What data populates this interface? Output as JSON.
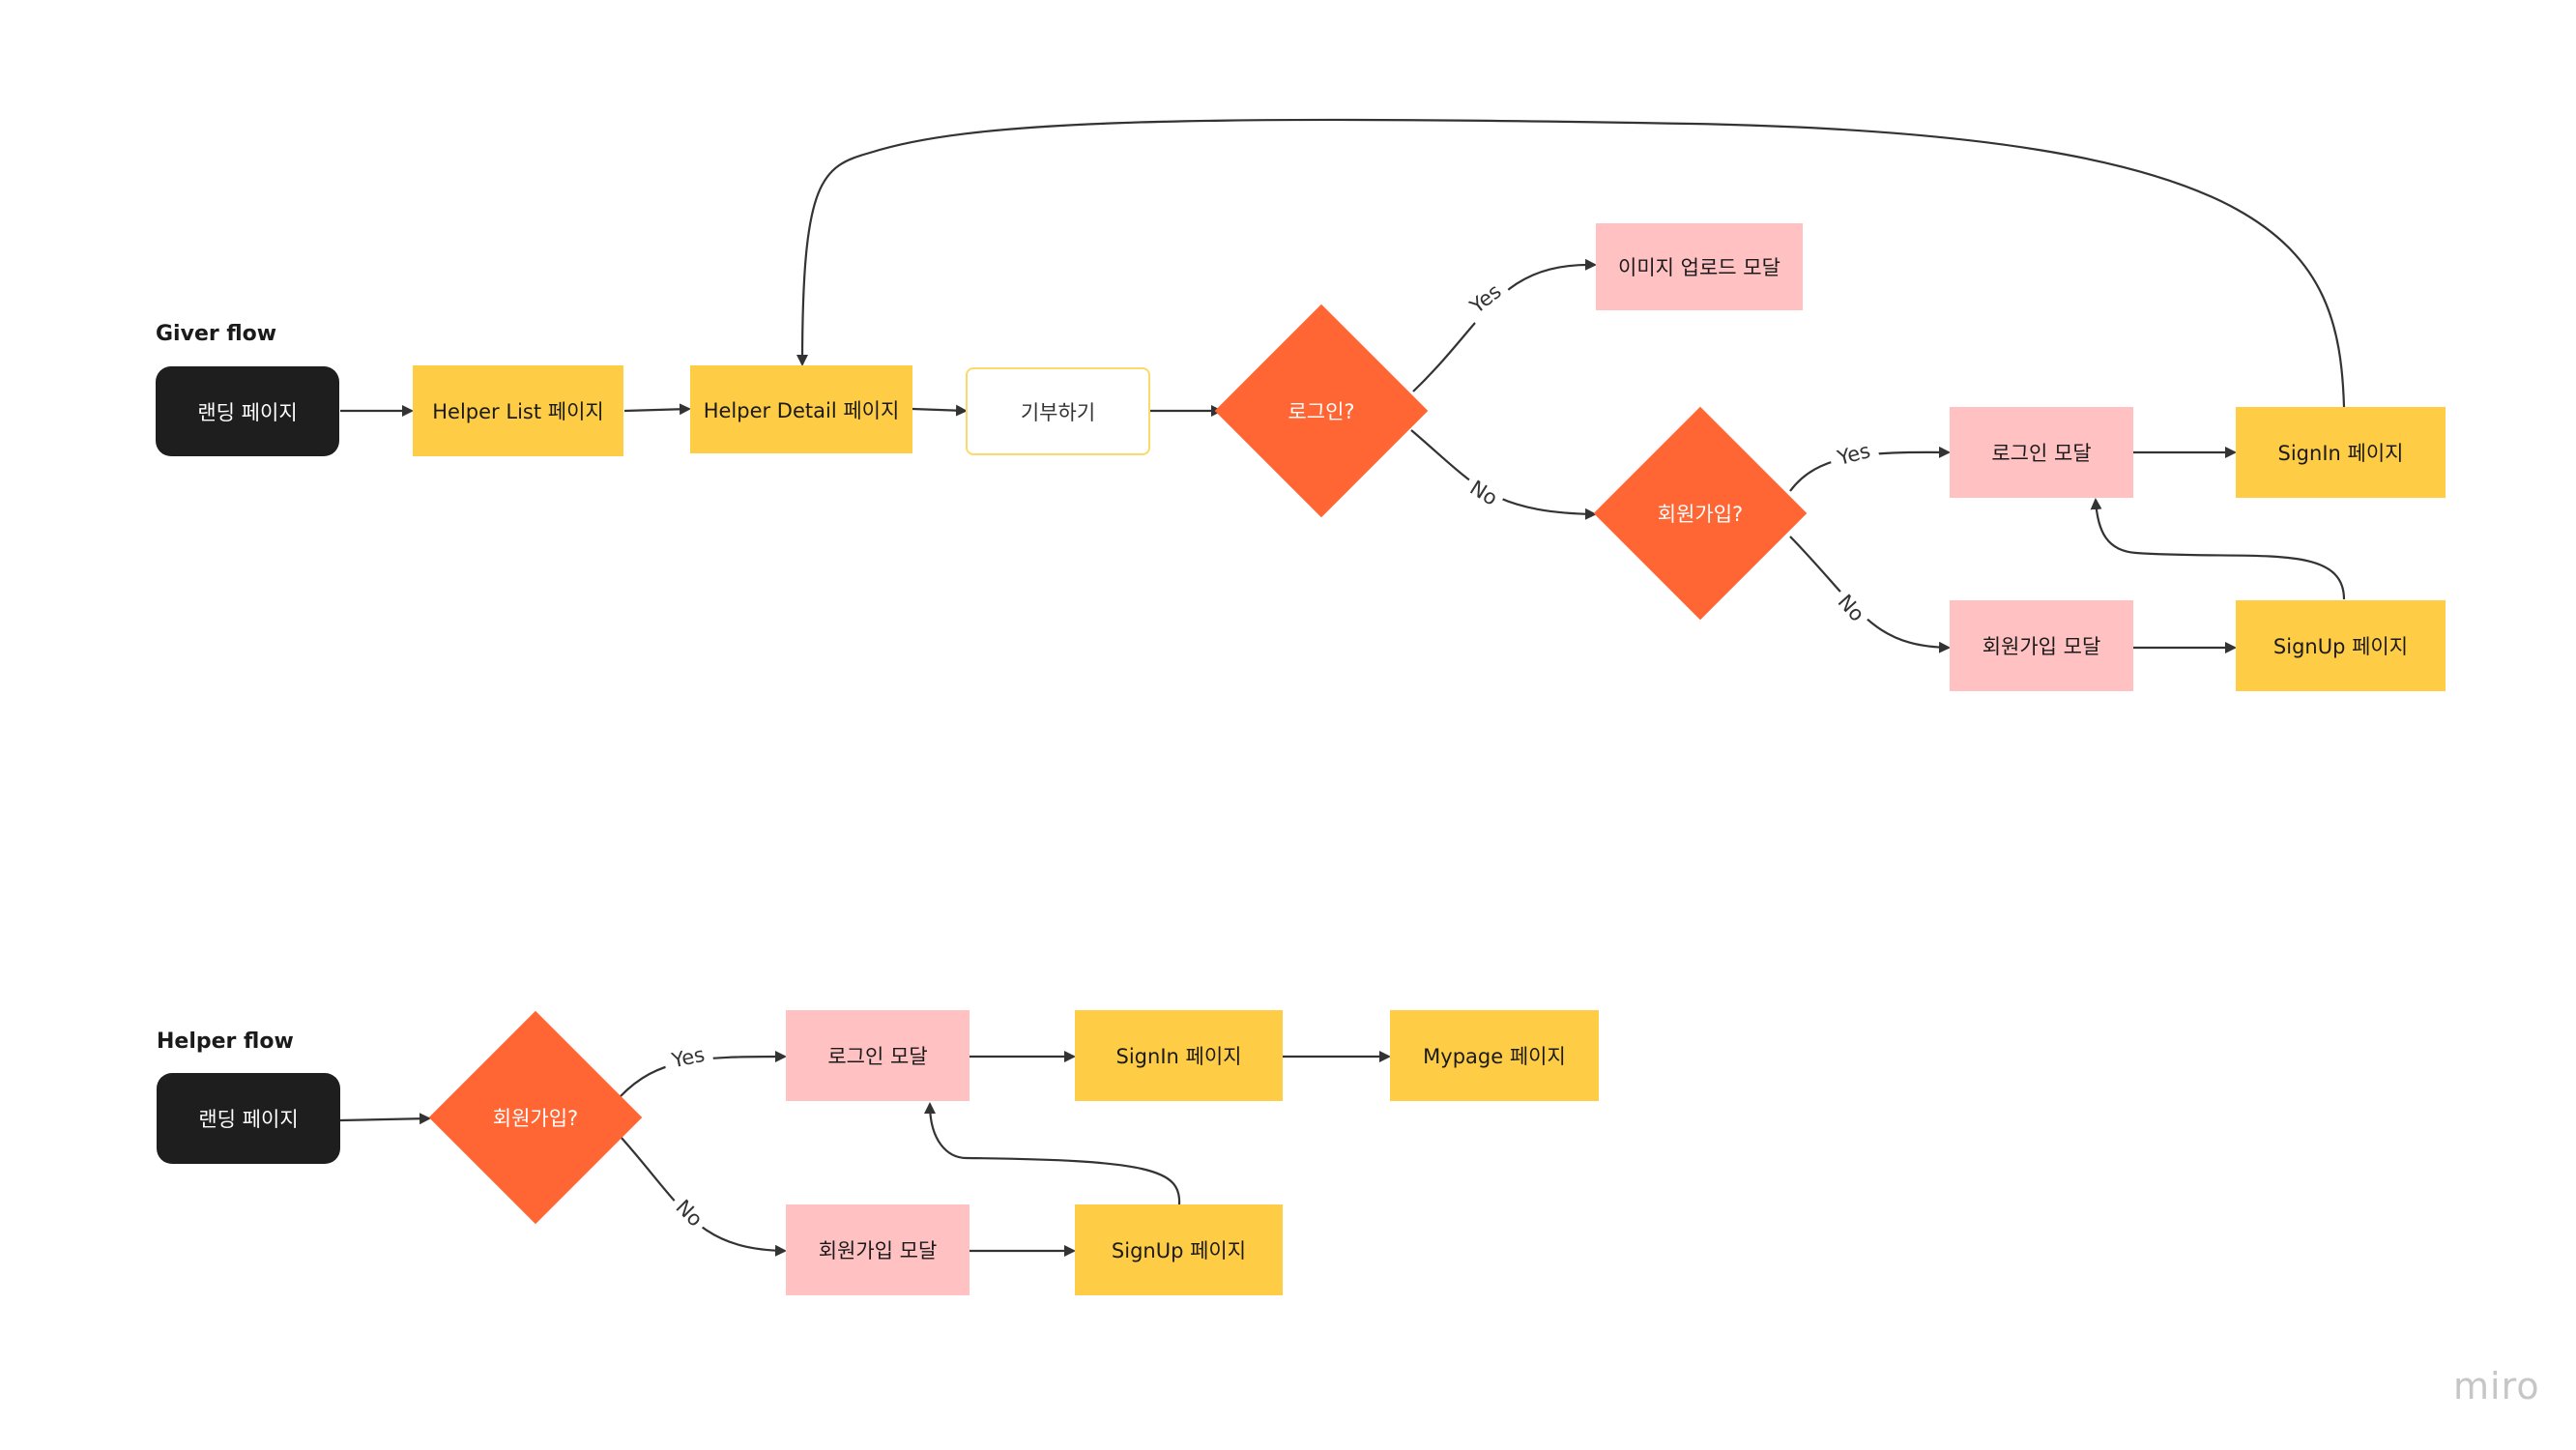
{
  "giver_flow": {
    "title": "Giver flow",
    "landing": "랜딩 페이지",
    "helper_list": "Helper List 페이지",
    "helper_detail": "Helper Detail 페이지",
    "donate": "기부하기",
    "login_q": "로그인?",
    "image_upload": "이미지 업로드 모달",
    "signup_q": "회원가입?",
    "login_modal": "로그인 모달",
    "signin_page": "SignIn 페이지",
    "signup_modal": "회원가입 모달",
    "signup_page": "SignUp 페이지"
  },
  "helper_flow": {
    "title": "Helper flow",
    "landing": "랜딩 페이지",
    "signup_q": "회원가입?",
    "login_modal": "로그인 모달",
    "signin_page": "SignIn 페이지",
    "mypage": "Mypage 페이지",
    "signup_modal": "회원가입 모달",
    "signup_page": "SignUp 페이지"
  },
  "edge_labels": {
    "yes": "Yes",
    "no": "No"
  },
  "watermark": "miro",
  "colors": {
    "dark": "#1e1e1e",
    "yellow": "#ffcd45",
    "pink": "#ffc1c2",
    "orange": "#ff6634",
    "outline": "#fcd96a",
    "connector": "#333333"
  }
}
